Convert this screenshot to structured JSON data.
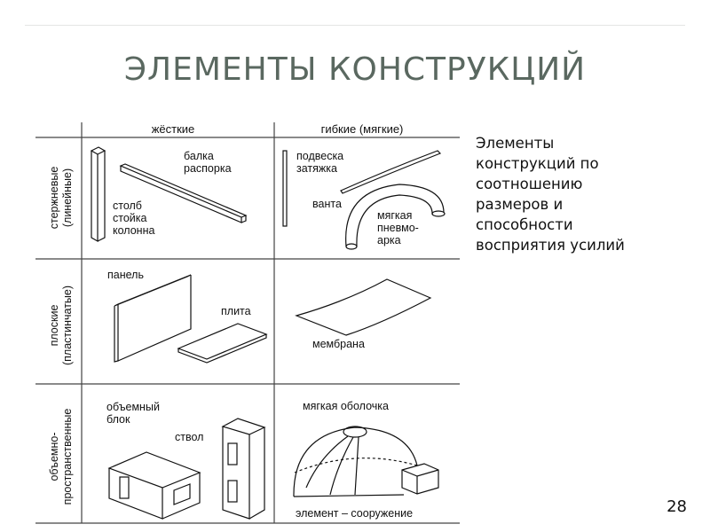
{
  "slide": {
    "title": "ЭЛЕМЕНТЫ КОНСТРУКЦИЙ",
    "description_lines": [
      "Элементы",
      "конструкций по",
      "соотношению",
      "размеров и",
      "способности",
      "восприятия усилий"
    ],
    "page_number": "28"
  },
  "figure": {
    "columns": [
      "жёсткие",
      "гибкие (мягкие)"
    ],
    "rows": [
      {
        "label": [
          "стержневые",
          "(линейные)"
        ]
      },
      {
        "label": [
          "плоские",
          "(пластинчатые)"
        ]
      },
      {
        "label": [
          "объемно-",
          "пространственные"
        ]
      }
    ],
    "labels": {
      "balka": [
        "балка",
        "распорка"
      ],
      "stolb": [
        "столб",
        "стойка",
        "колонна"
      ],
      "podveska": [
        "подвеска",
        "затяжка"
      ],
      "vanta": "ванта",
      "pnevmo": [
        "мягкая",
        "пневмо-",
        "арка"
      ],
      "panel": "панель",
      "plita": "плита",
      "membrana": "мембрана",
      "blok": [
        "объемный",
        "блок"
      ],
      "stvol": "ствол",
      "obolochka": "мягкая оболочка",
      "element": "элемент – сооружение"
    }
  }
}
